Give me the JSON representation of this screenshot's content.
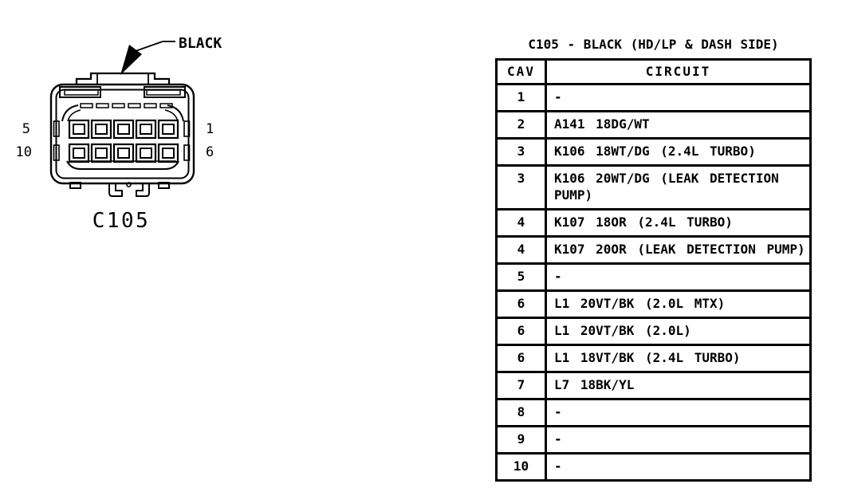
{
  "diagram": {
    "connector_label": "C105",
    "color_label": "BLACK",
    "pin_labels": {
      "top_left": "5",
      "bottom_left": "10",
      "top_right": "1",
      "bottom_right": "6"
    }
  },
  "table": {
    "title": "C105 - BLACK (HD/LP & DASH SIDE)",
    "columns": [
      "CAV",
      "CIRCUIT"
    ],
    "rows": [
      {
        "cav": "1",
        "circuit": "-"
      },
      {
        "cav": "2",
        "circuit": "A141 18DG/WT"
      },
      {
        "cav": "3",
        "circuit": "K106 18WT/DG (2.4L TURBO)"
      },
      {
        "cav": "3",
        "circuit": "K106 20WT/DG (LEAK DETECTION PUMP)"
      },
      {
        "cav": "4",
        "circuit": "K107 18OR (2.4L TURBO)"
      },
      {
        "cav": "4",
        "circuit": "K107 20OR (LEAK DETECTION PUMP)"
      },
      {
        "cav": "5",
        "circuit": "-"
      },
      {
        "cav": "6",
        "circuit": "L1 20VT/BK (2.0L MTX)"
      },
      {
        "cav": "6",
        "circuit": "L1 20VT/BK (2.0L)"
      },
      {
        "cav": "6",
        "circuit": "L1 18VT/BK (2.4L TURBO)"
      },
      {
        "cav": "7",
        "circuit": "L7 18BK/YL"
      },
      {
        "cav": "8",
        "circuit": "-"
      },
      {
        "cav": "9",
        "circuit": "-"
      },
      {
        "cav": "10",
        "circuit": "-"
      }
    ]
  },
  "colors": {
    "ink": "#000000",
    "paper": "#ffffff"
  }
}
